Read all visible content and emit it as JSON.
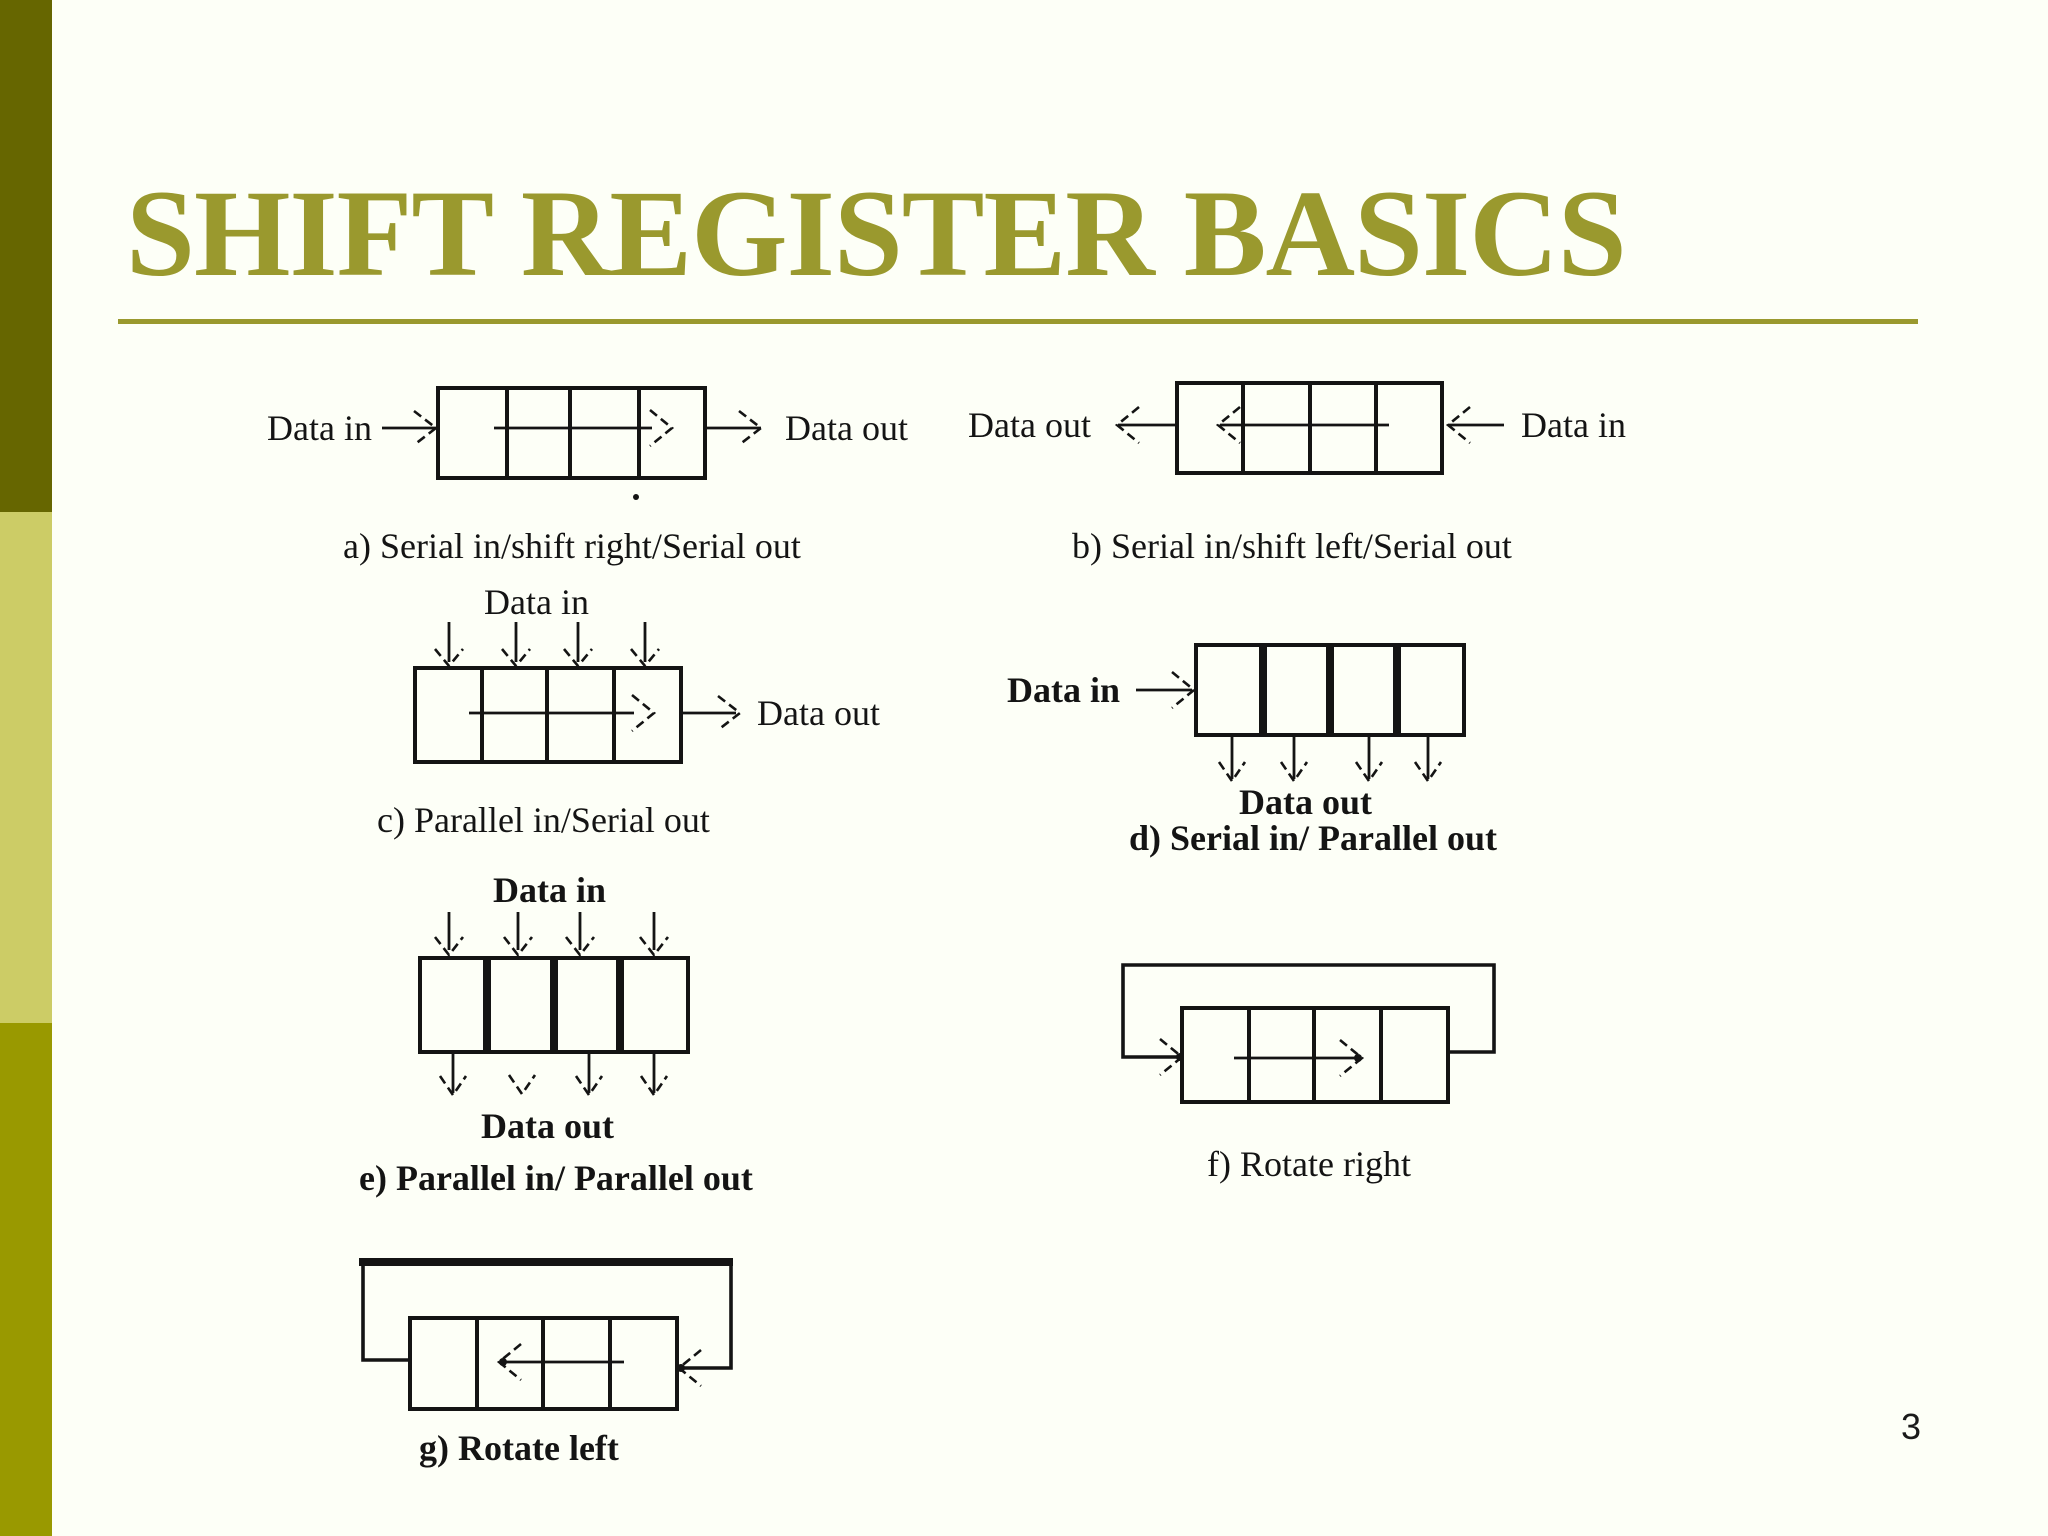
{
  "slide": {
    "title": "SHIFT REGISTER BASICS",
    "page_number": "3",
    "colors": {
      "title": "#9A992E",
      "underline": "#9A992E",
      "sidebar_top": "#666600",
      "sidebar_middle": "#CCCC66",
      "sidebar_bottom": "#999900",
      "background": "#FDFFF7",
      "diagram_line": "#141414"
    }
  },
  "diagrams": {
    "a": {
      "data_in": "Data in",
      "data_out": "Data out",
      "caption": "a) Serial in/shift right/Serial out"
    },
    "b": {
      "data_in": "Data in",
      "data_out": "Data out",
      "caption": "b) Serial in/shift left/Serial out"
    },
    "c": {
      "data_in": "Data in",
      "data_out": "Data out",
      "caption": "c) Parallel in/Serial out"
    },
    "d": {
      "data_in": "Data in",
      "data_out": "Data out",
      "caption": "d) Serial in/ Parallel out"
    },
    "e": {
      "data_in": "Data in",
      "data_out": "Data out",
      "caption": "e) Parallel in/ Parallel out"
    },
    "f": {
      "caption": "f) Rotate right"
    },
    "g": {
      "caption": "g) Rotate left"
    }
  }
}
